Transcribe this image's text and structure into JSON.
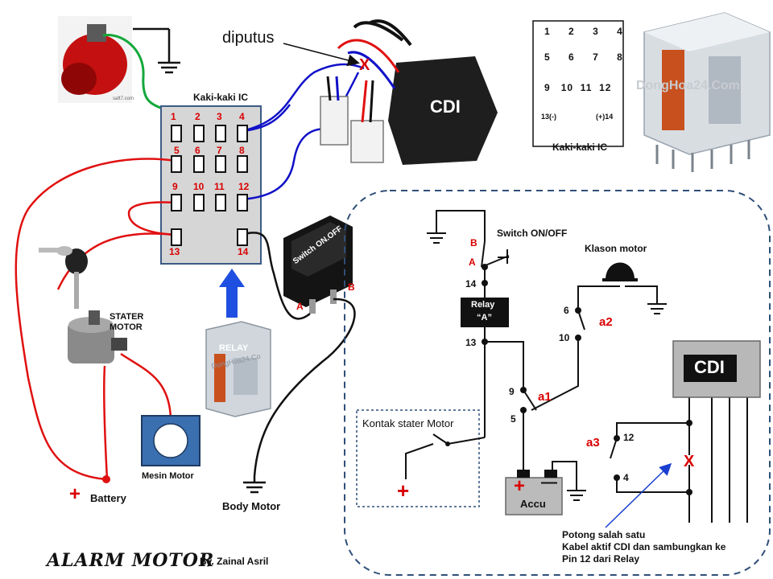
{
  "labels": {
    "diputus": "diputus",
    "kaki_ic_left": "Kaki-kaki  IC",
    "kaki_ic_right": "Kaki-kaki IC",
    "cdi_photo": "CDI",
    "cdi_schema": "CDI",
    "relay_photo": "RELAY",
    "stater_motor": "STATER\nMOTOR",
    "mesin_motor": "Mesin Motor",
    "battery": "Battery",
    "body_motor": "Body Motor",
    "switch_photo": "Switch  ON.OFF",
    "switch_onoff": "Switch ON/OFF",
    "klason_motor": "Klason motor",
    "relay_a_line1": "Relay",
    "relay_a_line2": "“A”",
    "kontak_stater": "Kontak stater Motor",
    "accu": "Accu",
    "note_line1": "Potong salah satu",
    "note_line2": "Kabel aktif CDI dan sambungkan ke",
    "note_line3": "Pin 12 dari Relay",
    "title": "Alarm Motor",
    "author": "By. Zainal Asril",
    "watermark": "DongHoa24.Com",
    "relay_watermark": "DongHoa24.Co"
  },
  "ic_pins": {
    "row1": [
      "1",
      "2",
      "3",
      "4"
    ],
    "row2": [
      "5",
      "6",
      "7",
      "8"
    ],
    "row3": [
      "9",
      "10",
      "11",
      "12"
    ],
    "row4": [
      "13",
      "14"
    ]
  },
  "relay_pinout": {
    "top": [
      "1",
      "2",
      "3",
      "4"
    ],
    "mid": [
      "5",
      "6",
      "7",
      "8"
    ],
    "bot": [
      "9",
      "10",
      "11",
      "12"
    ],
    "coil_left": "13(-)",
    "coil_right": "(+)14"
  },
  "switch_terminals": {
    "a": "A",
    "b": "B"
  },
  "schema": {
    "pin_b": "B",
    "pin_a": "A",
    "pin_14": "14",
    "pin_13": "13",
    "pin_9": "9",
    "pin_5": "5",
    "pin_6": "6",
    "pin_10": "10",
    "pin_12": "12",
    "pin_4": "4",
    "contact_a1": "a1",
    "contact_a2": "a2",
    "contact_a3": "a3",
    "cut_mark": "X",
    "plus": "+",
    "minus": "—"
  },
  "colors": {
    "red_wire": "#e01010",
    "green_wire": "#13a83a",
    "blue_wire": "#1010c8",
    "black_wire": "#111111",
    "panel_border": "#2f4f79",
    "arrow_blue": "#1f4fe0"
  }
}
